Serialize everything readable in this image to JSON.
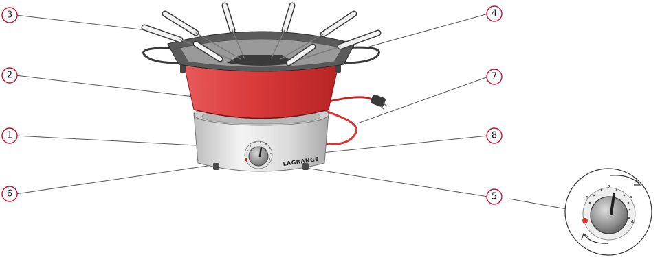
{
  "brand": "LAGRANGE",
  "callouts": [
    "1",
    "2",
    "3",
    "4",
    "5",
    "6",
    "7",
    "8"
  ],
  "dial_numbers": [
    "1",
    "2",
    "3",
    "4"
  ],
  "colors": {
    "pot_red": "#d93a3a",
    "callout_ring": "#c8102e",
    "cord_red": "#d83535",
    "base_silver": "#e2e2e2",
    "lid_dark": "#555555"
  },
  "icons": [
    "rotate-clockwise-arrow-icon",
    "rotate-counterclockwise-arrow-icon",
    "power-plug-icon"
  ]
}
